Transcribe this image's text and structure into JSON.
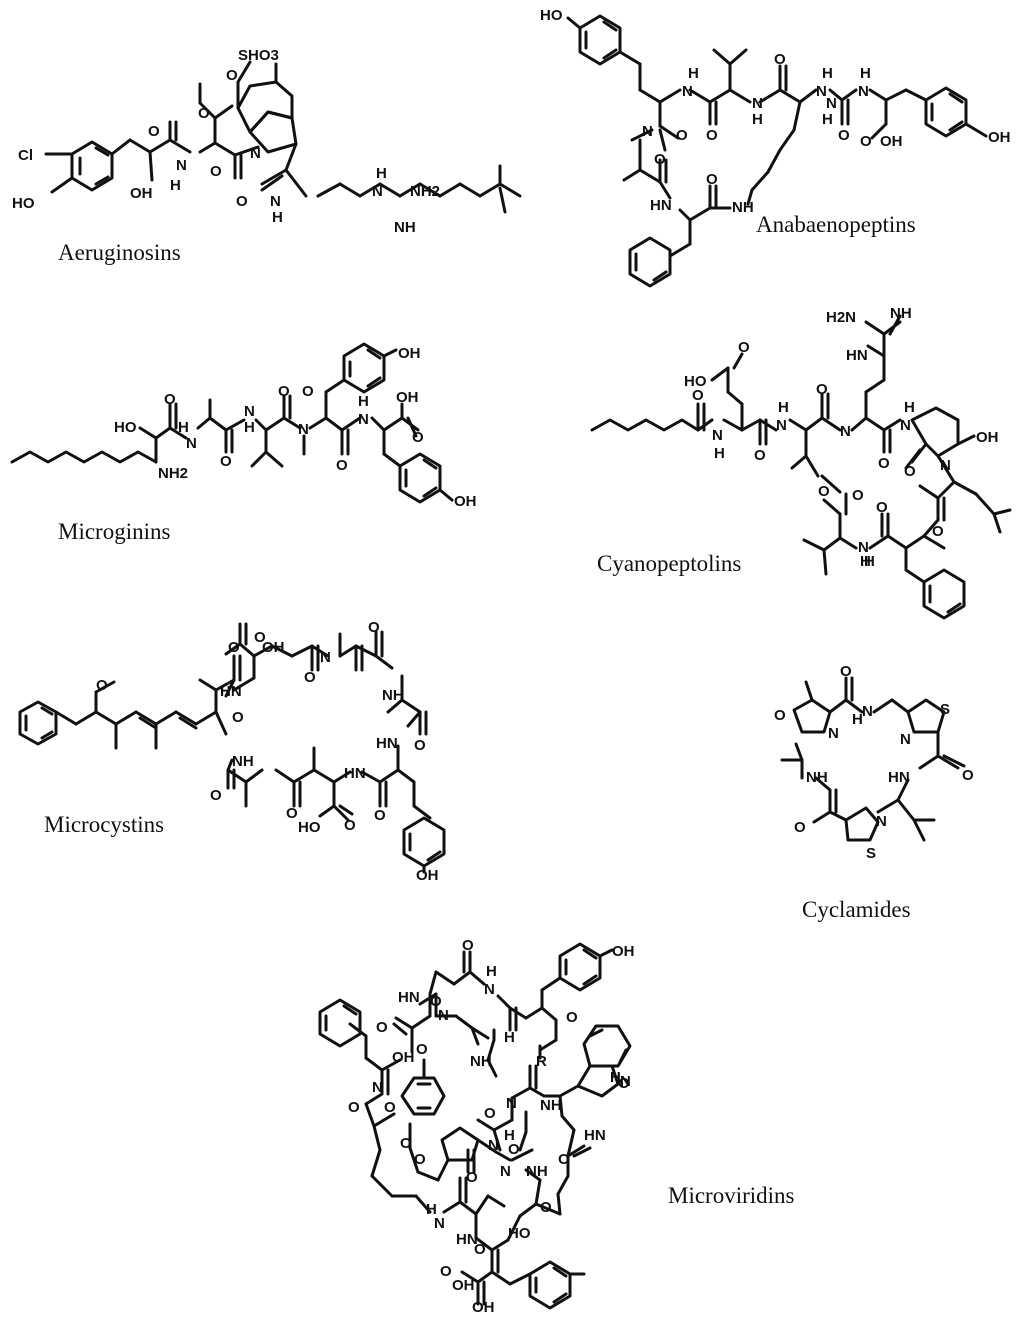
{
  "compounds": [
    {
      "key": "aeruginosins",
      "name": "Aeruginosins"
    },
    {
      "key": "anabaenopeptins",
      "name": "Anabaenopeptins"
    },
    {
      "key": "microginins",
      "name": "Microginins"
    },
    {
      "key": "cyanopeptolins",
      "name": "Cyanopeptolins"
    },
    {
      "key": "microcystins",
      "name": "Microcystins"
    },
    {
      "key": "cyclamides",
      "name": "Cyclamides"
    },
    {
      "key": "microviridins",
      "name": "Microviridins"
    }
  ],
  "atom_labels": {
    "aeruginosins": [
      "SHO3",
      "O",
      "O",
      "O",
      "N",
      "H",
      "N",
      "O",
      "Cl",
      "HO",
      "OH",
      "O",
      "N",
      "H",
      "H",
      "N",
      "NH2",
      "NH"
    ],
    "anabaenopeptins": [
      "HO",
      "H",
      "N",
      "O",
      "N",
      "H",
      "O",
      "H",
      "N",
      "H",
      "N",
      "O",
      "N",
      "H",
      "O",
      "OH",
      "OH",
      "N",
      "O",
      "O",
      "HN",
      "O",
      "NH"
    ],
    "microginins": [
      "OH",
      "OH",
      "HO",
      "O",
      "O",
      "H",
      "N",
      "O",
      "N",
      "H",
      "N",
      "O",
      "O",
      "H",
      "N",
      "NH2",
      "O",
      "OH"
    ],
    "cyanopeptolins": [
      "H2N",
      "NH",
      "HN",
      "O",
      "HO",
      "O",
      "O",
      "H",
      "N",
      "O",
      "H",
      "N",
      "H",
      "N",
      "O",
      "N",
      "O",
      "OH",
      "N",
      "O",
      "O",
      "O",
      "O",
      "H",
      "N",
      "H"
    ],
    "microcystins": [
      "O",
      "OH",
      "N",
      "O",
      "NH",
      "HN",
      "O",
      "O",
      "O",
      "NH",
      "HN",
      "O",
      "HO",
      "O",
      "O",
      "HN",
      "O",
      "O",
      "O",
      "OH"
    ],
    "cyclamides": [
      "O",
      "S",
      "H",
      "N",
      "O",
      "N",
      "N",
      "NH",
      "HN",
      "O",
      "O",
      "N",
      "S"
    ],
    "microviridins": [
      "O",
      "OH",
      "H",
      "N",
      "HN",
      "O",
      "N",
      "H",
      "O",
      "O",
      "R",
      "O",
      "OH",
      "NH",
      "O",
      "H",
      "N",
      "NH",
      "N",
      "O",
      "O",
      "HN",
      "O",
      "N",
      "O",
      "N",
      "H",
      "O",
      "NH",
      "O",
      "O",
      "O",
      "N",
      "H",
      "N",
      "O",
      "HN",
      "O",
      "HO",
      "O",
      "OH",
      "OH"
    ]
  }
}
